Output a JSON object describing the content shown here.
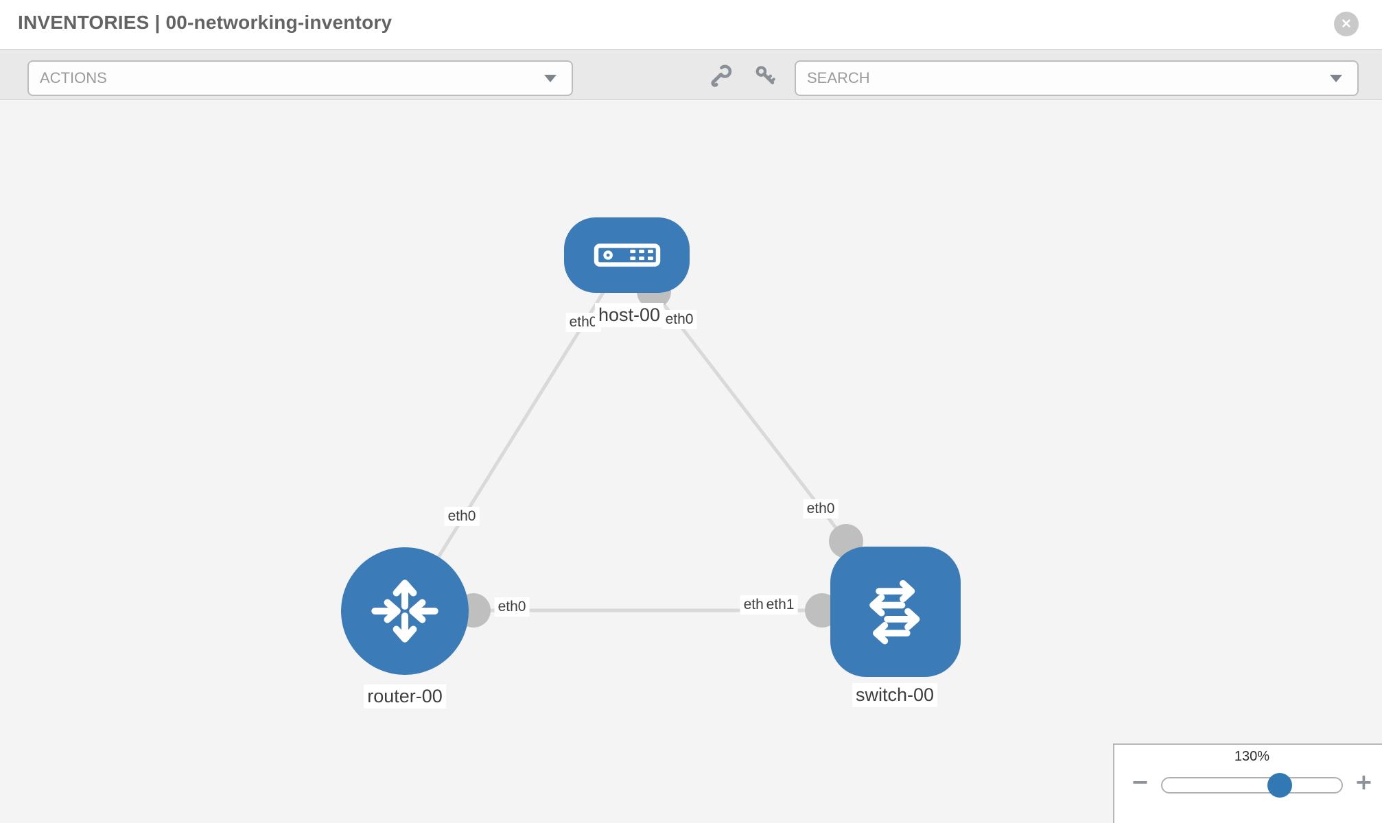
{
  "header": {
    "title": "INVENTORIES | 00-networking-inventory",
    "close_icon": "✕"
  },
  "toolbar": {
    "actions_label": "ACTIONS",
    "search_label": "SEARCH"
  },
  "topology": {
    "nodes": [
      {
        "id": "host-00",
        "type": "host",
        "label": "host-00"
      },
      {
        "id": "router-00",
        "type": "router",
        "label": "router-00"
      },
      {
        "id": "switch-00",
        "type": "switch",
        "label": "switch-00"
      }
    ],
    "links": [
      {
        "from": "host-00",
        "from_iface": "eth0",
        "to": "router-00",
        "to_iface": "eth0"
      },
      {
        "from": "host-00",
        "from_iface": "eth0",
        "to": "switch-00",
        "to_iface": "eth0"
      },
      {
        "from": "router-00",
        "from_iface": "eth0",
        "to": "switch-00",
        "to_iface": "eth1",
        "overlapped_label": "eth0"
      }
    ]
  },
  "zoom_control": {
    "percent": "130%",
    "minus": "−",
    "plus": "+"
  },
  "colors": {
    "node_blue": "#3b7cb8",
    "link_gray": "#d9d9d9",
    "port_gray": "#bfbfbf",
    "toolbar_gray": "#e9e9e9",
    "canvas_gray": "#f4f4f4",
    "accent_blue": "#3178b5"
  }
}
